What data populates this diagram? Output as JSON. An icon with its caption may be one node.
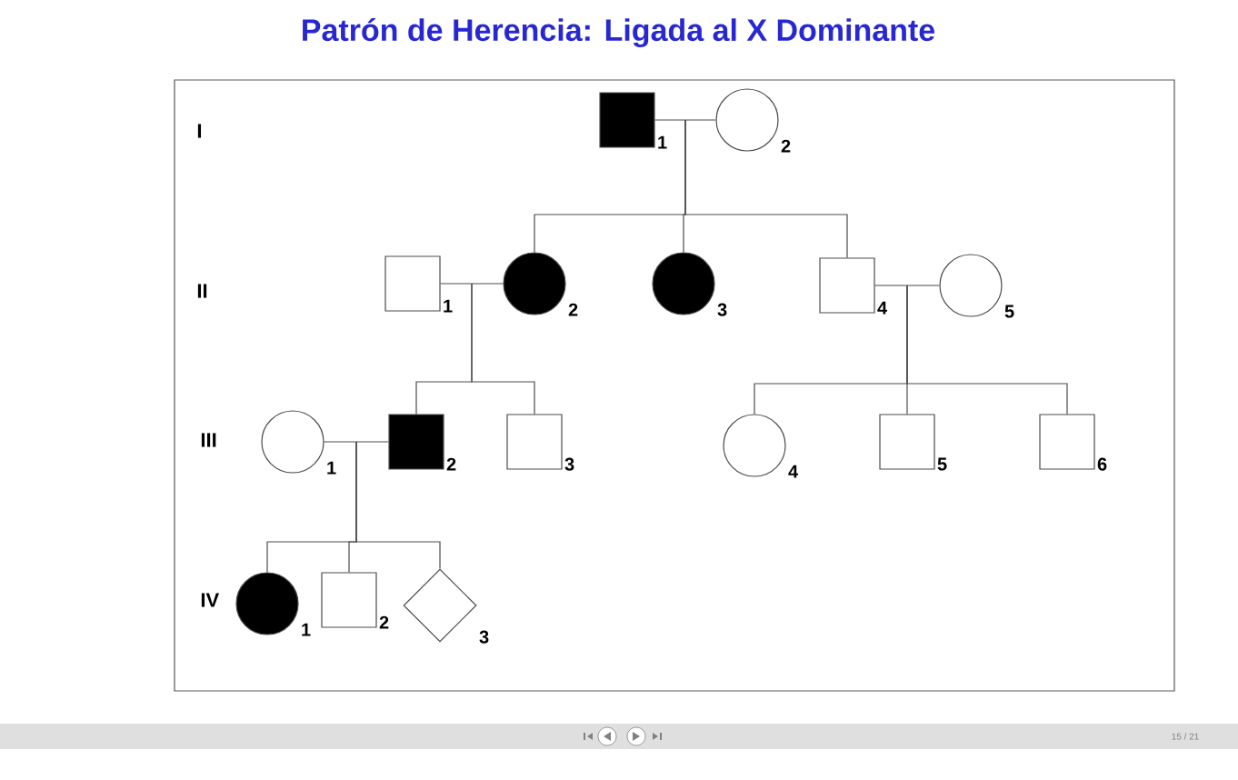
{
  "diagram": {
    "title": "Patrón de Herencia: Ligada al X Dominante",
    "nodes": [
      {
        "text": [],
        "shape": "filled-square",
        "beside": [
          "1"
        ]
      },
      {
        "text": [],
        "shape": "circle",
        "beside": [
          "2"
        ]
      },
      {
        "text": [],
        "shape": "box",
        "beside": [
          "1"
        ]
      },
      {
        "text": [],
        "shape": "filled-circle",
        "beside": [
          "2"
        ]
      },
      {
        "text": [],
        "shape": "filled-circle",
        "beside": [
          "3"
        ]
      },
      {
        "text": [],
        "shape": "box",
        "beside": [
          "4"
        ]
      },
      {
        "text": [],
        "shape": "circle",
        "beside": [
          "5"
        ]
      },
      {
        "text": [],
        "shape": "circle",
        "beside": [
          "1"
        ]
      },
      {
        "text": [],
        "shape": "filled-square",
        "beside": [
          "2"
        ]
      },
      {
        "text": [],
        "shape": "box",
        "beside": [
          "3"
        ]
      },
      {
        "text": [],
        "shape": "circle",
        "beside": [
          "4"
        ]
      },
      {
        "text": [],
        "shape": "box",
        "beside": [
          "5"
        ]
      },
      {
        "text": [],
        "shape": "box",
        "beside": [
          "6"
        ]
      },
      {
        "text": [],
        "shape": "filled-circle",
        "beside": [
          "1"
        ]
      },
      {
        "text": [],
        "shape": "box",
        "beside": [
          "2"
        ]
      },
      {
        "text": [],
        "shape": "diamond",
        "beside": [
          "3"
        ]
      }
    ],
    "edges": [
      {
        "from": 0,
        "to": 1,
        "arrow": "none"
      },
      {
        "from": 0,
        "to": 3,
        "arrow": "none"
      },
      {
        "from": 0,
        "to": 4,
        "arrow": "none"
      },
      {
        "from": 0,
        "to": 5,
        "arrow": "none"
      },
      {
        "from": 2,
        "to": 3,
        "arrow": "none"
      },
      {
        "from": 2,
        "to": 8,
        "arrow": "none"
      },
      {
        "from": 2,
        "to": 9,
        "arrow": "none"
      },
      {
        "from": 5,
        "to": 6,
        "arrow": "none"
      },
      {
        "from": 5,
        "to": 10,
        "arrow": "none"
      },
      {
        "from": 5,
        "to": 11,
        "arrow": "none"
      },
      {
        "from": 5,
        "to": 12,
        "arrow": "none"
      },
      {
        "from": 7,
        "to": 8,
        "arrow": "none"
      },
      {
        "from": 7,
        "to": 13,
        "arrow": "none"
      },
      {
        "from": 7,
        "to": 14,
        "arrow": "none"
      },
      {
        "from": 7,
        "to": 15,
        "arrow": "none"
      }
    ],
    "labels": [
      "I",
      "II",
      "III",
      "IV",
      "15 / 21"
    ]
  }
}
